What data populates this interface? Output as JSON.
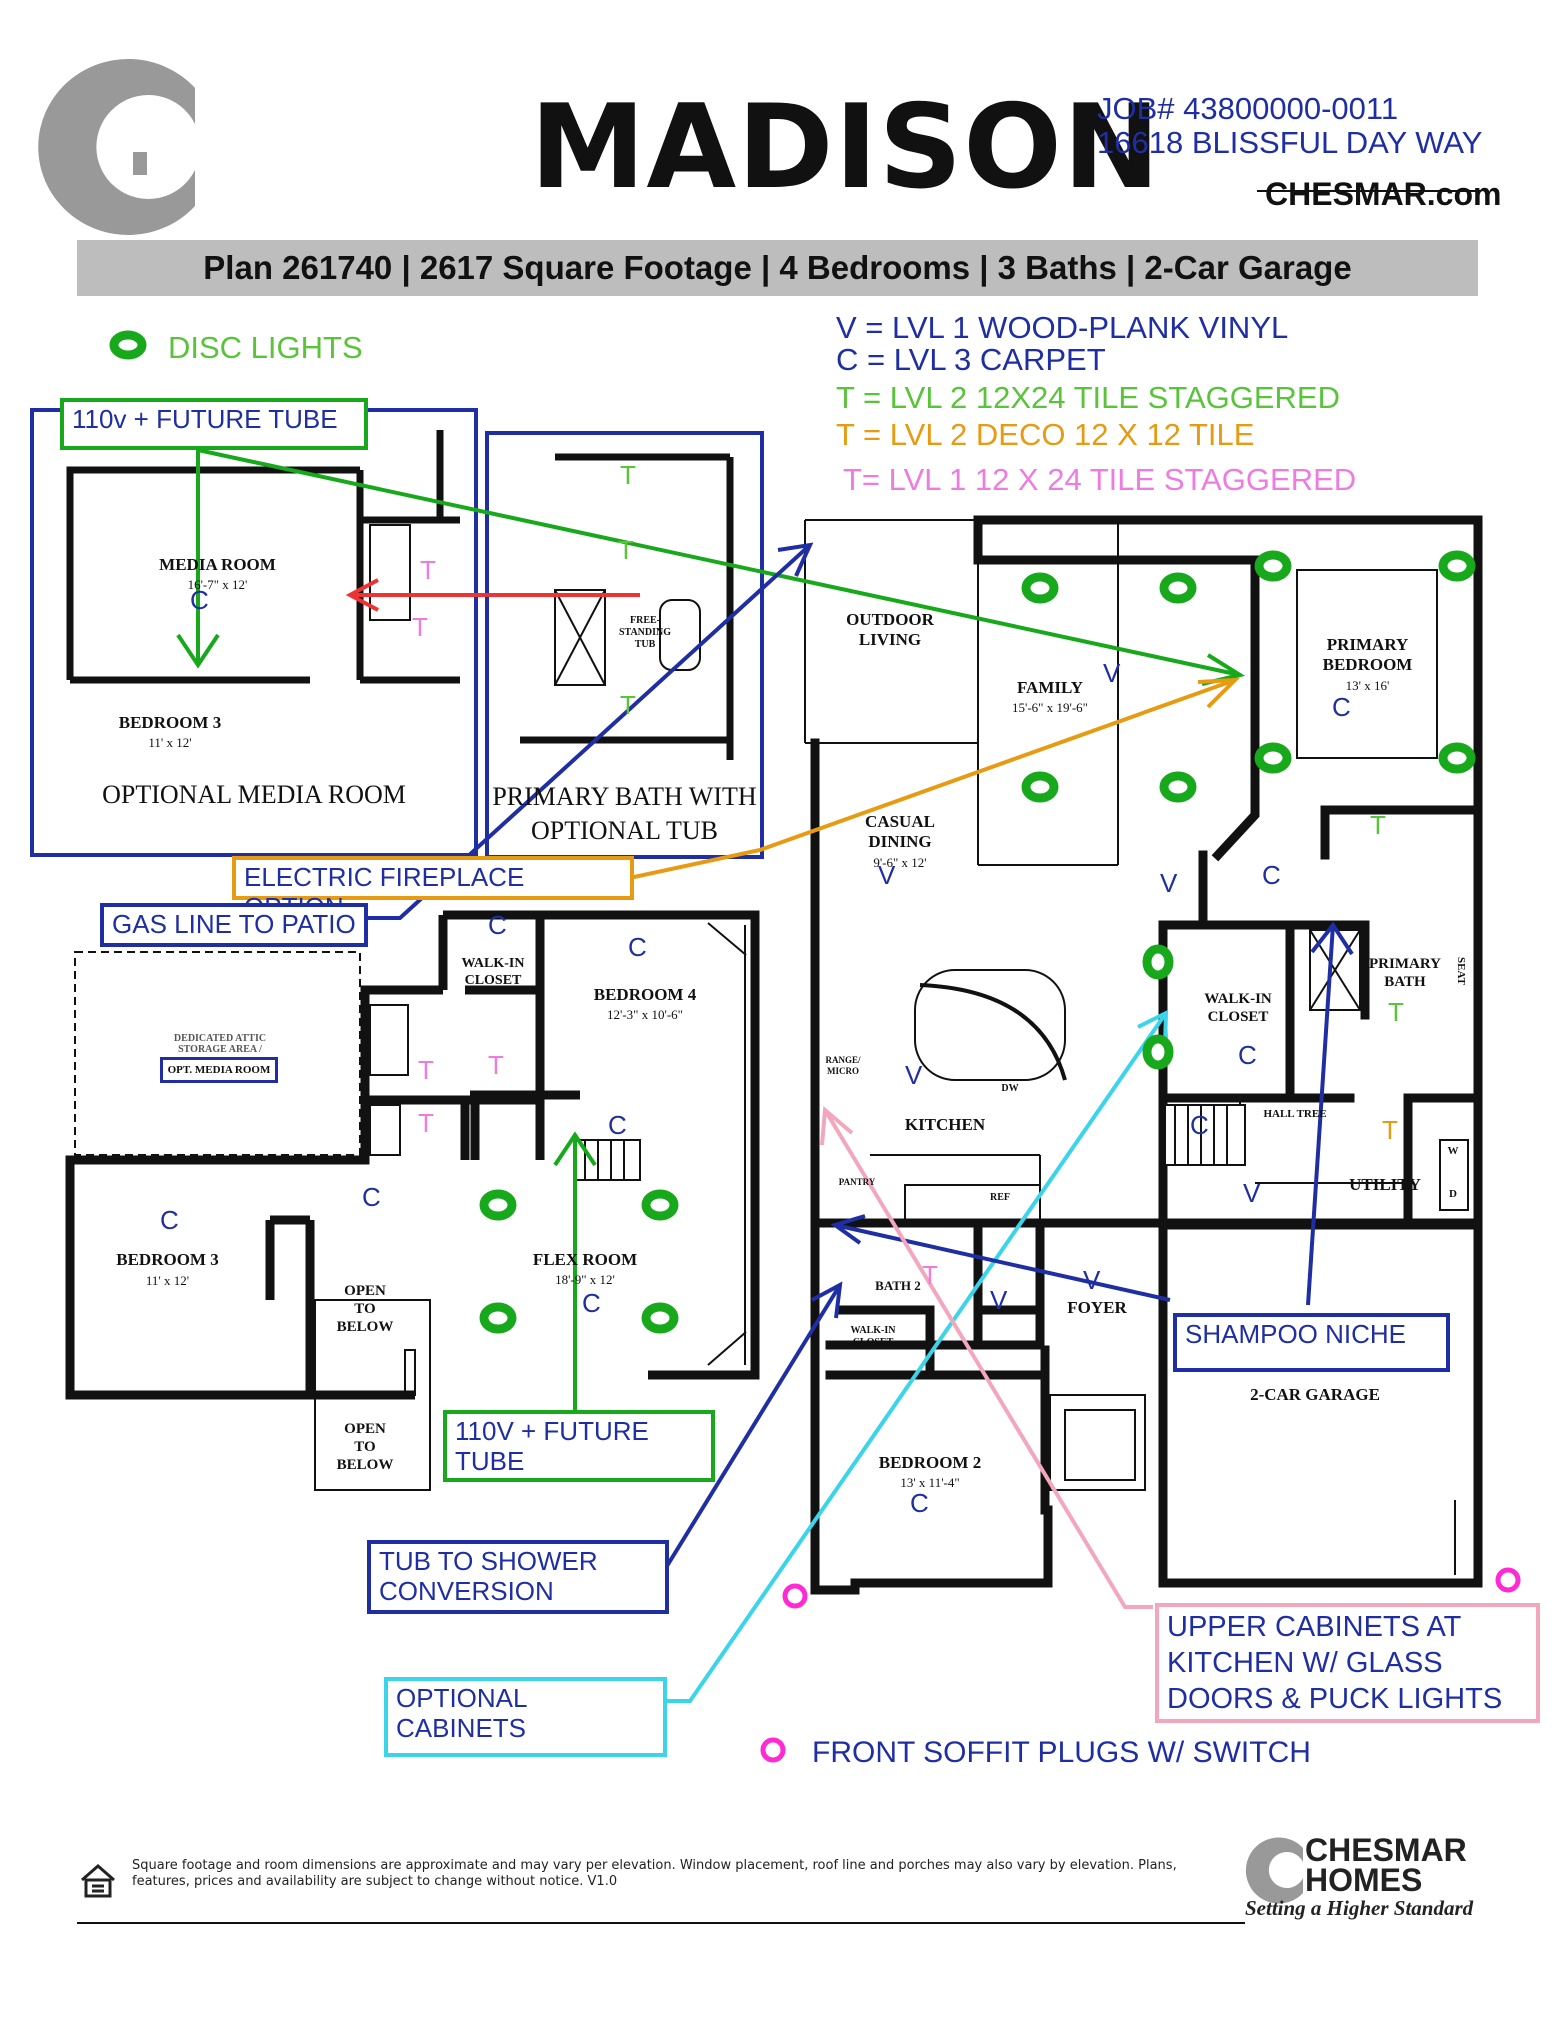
{
  "header": {
    "title": "MADISON",
    "job_number": "JOB# 43800000-0011",
    "address": "16618 BLISSFUL DAY WAY",
    "website": "CHESMAR.com",
    "plan_banner": "Plan 261740 | 2617 Square Footage | 4 Bedrooms | 3 Baths | 2-Car Garage"
  },
  "legend": {
    "disc_lights": "DISC LIGHTS",
    "v": "V = LVL 1 WOOD-PLANK VINYL",
    "c": "C = LVL 3 CARPET",
    "t_green": "T = LVL 2 12X24 TILE STAGGERED",
    "t_orange": "T = LVL 2 DECO 12 X 12 TILE",
    "t_pink": "T= LVL 1 12 X 24 TILE STAGGERED",
    "soffit": "FRONT SOFFIT PLUGS W/ SWITCH"
  },
  "callouts": {
    "tube_top": "110v + FUTURE TUBE",
    "fireplace": "ELECTRIC FIREPLACE OPTION",
    "gas_line": "GAS LINE TO PATIO",
    "tube_mid": [
      "110V + FUTURE",
      "TUBE"
    ],
    "shower": [
      "TUB TO SHOWER",
      "CONVERSION"
    ],
    "cabinets": [
      "OPTIONAL",
      "CABINETS"
    ],
    "shampoo": "SHAMPOO NICHE",
    "upper_cab": [
      "UPPER CABINETS AT",
      "KITCHEN W/ GLASS",
      "DOORS & PUCK LIGHTS"
    ]
  },
  "insets": {
    "media_title": "OPTIONAL MEDIA ROOM",
    "bath_title": [
      "PRIMARY BATH WITH",
      "OPTIONAL  TUB"
    ]
  },
  "rooms": {
    "media_room": "MEDIA ROOM",
    "media_dim": "16'-7\" x 12'",
    "bed3_inset": "BEDROOM 3",
    "bed3_inset_dim": "11' x 12'",
    "free_tub": [
      "FREE-",
      "STANDING",
      "TUB"
    ],
    "outdoor": [
      "OUTDOOR",
      "LIVING"
    ],
    "family": "FAMILY",
    "family_dim": "15'-6\" x 19'-6\"",
    "primary_bed": [
      "PRIMARY",
      "BEDROOM"
    ],
    "primary_bed_dim": "13' x 16'",
    "casual": [
      "CASUAL",
      "DINING"
    ],
    "casual_dim": "9'-6\" x 12'",
    "kitchen": "KITCHEN",
    "range": [
      "RANGE/",
      "MICRO"
    ],
    "dw": "DW",
    "pantry": "PANTRY",
    "ref": "REF",
    "walkin_primary": [
      "WALK-IN",
      "CLOSET"
    ],
    "primary_bath": [
      "PRIMARY",
      "BATH"
    ],
    "seat": "SEAT",
    "hall_tree": "HALL TREE",
    "utility": "UTILITY",
    "w": "W",
    "d": "D",
    "bath2": "BATH 2",
    "walkin_small": [
      "WALK-IN",
      "CLOSET"
    ],
    "foyer": "FOYER",
    "bed2": "BEDROOM 2",
    "bed2_dim": "13' x 11'-4\"",
    "garage": "2-CAR GARAGE",
    "walkin_up": [
      "WALK-IN",
      "CLOSET"
    ],
    "bed4": "BEDROOM 4",
    "bed4_dim": "12'-3\" x 10'-6\"",
    "attic": [
      "DEDICATED ATTIC",
      "STORAGE AREA /"
    ],
    "attic_opt": "OPT. MEDIA ROOM",
    "bed3": "BEDROOM 3",
    "bed3_dim": "11' x 12'",
    "flex": "FLEX ROOM",
    "flex_dim": "18'-9\" x 12'",
    "open1": [
      "OPEN",
      "TO",
      "BELOW"
    ],
    "open2": [
      "OPEN",
      "TO",
      "BELOW"
    ]
  },
  "footer": {
    "disclaimer": "Square footage and room dimensions are approximate and may vary per elevation. Window placement, roof line and porches may also vary by elevation. Plans, features, prices and availability are subject to change without notice. V1.0",
    "brand": [
      "CHESMAR",
      "HOMES"
    ],
    "tagline": "Setting a Higher Standard"
  },
  "colors": {
    "blue": "#1f2ea3",
    "green": "#17a81b",
    "light_green": "#59c43a",
    "orange": "#e79b12",
    "pink": "#ee7ce0",
    "light_pink": "#f2a7bd",
    "cyan": "#3bd4ea",
    "magenta": "#ff2ad4",
    "gray": "#999999"
  }
}
